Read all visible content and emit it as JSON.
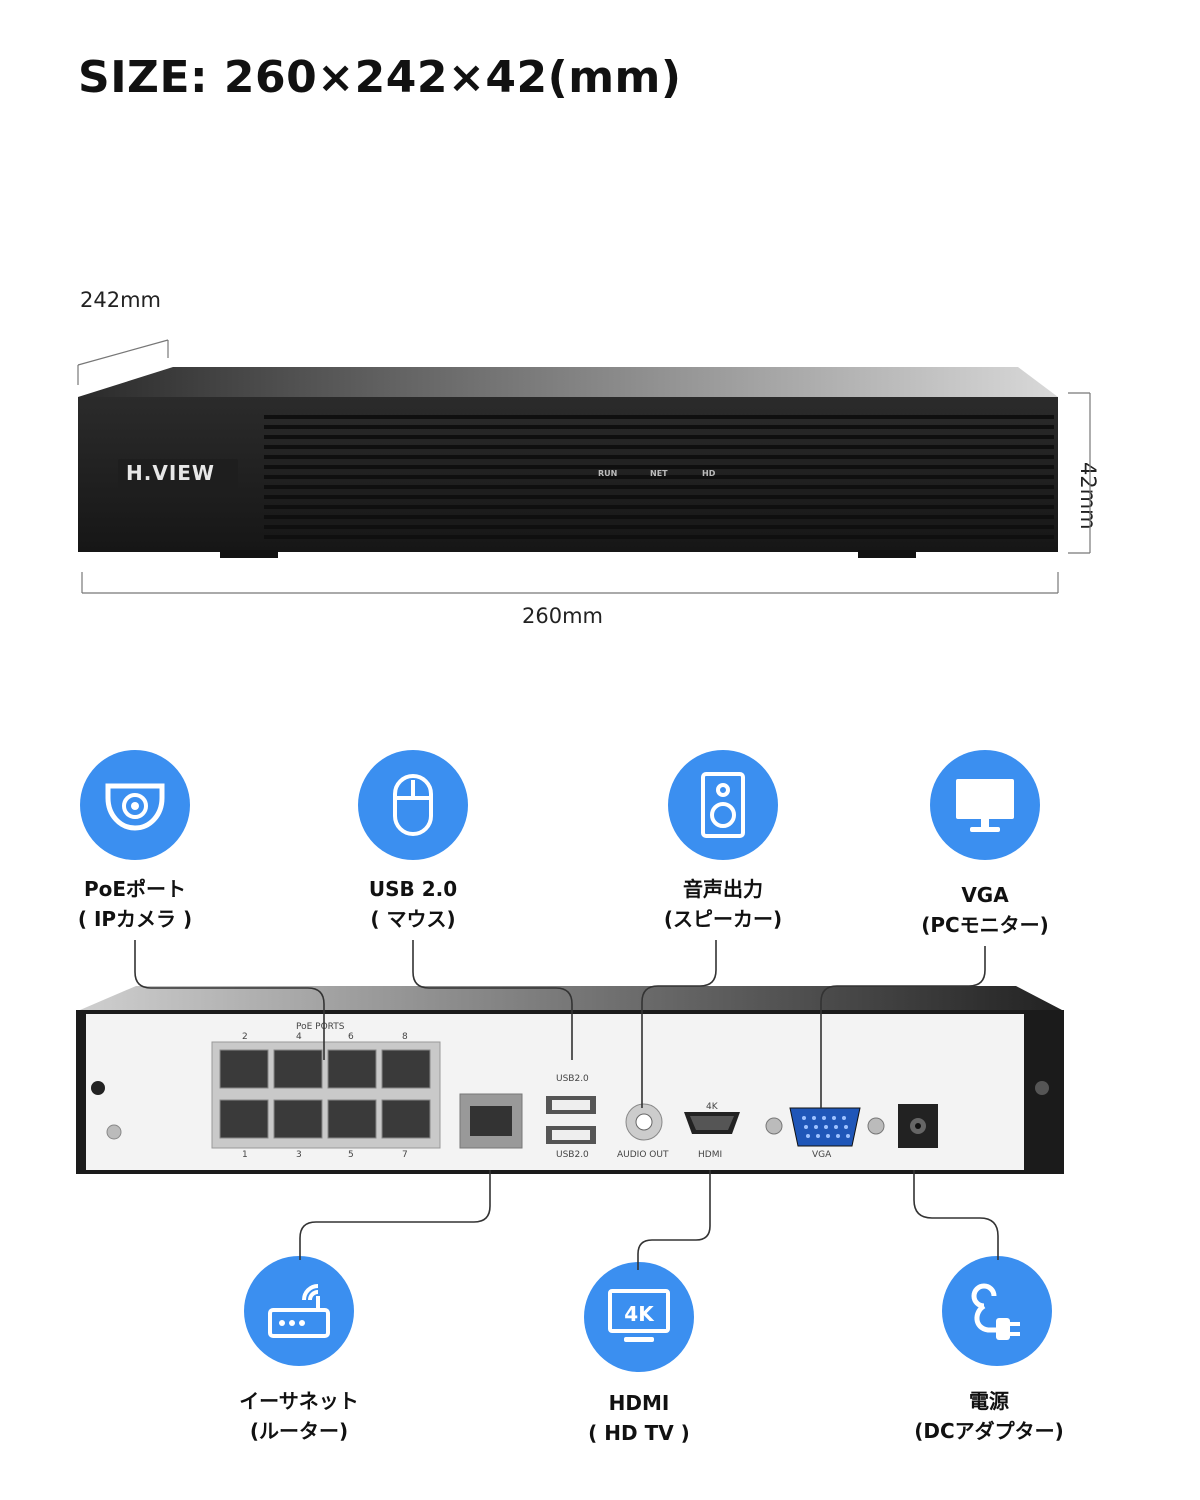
{
  "title": "SIZE: 260×242×42(mm)",
  "dimensions": {
    "depth": "242mm",
    "height": "42mm",
    "width": "260mm"
  },
  "device": {
    "brand": "H.VIEW",
    "leds": [
      "RUN",
      "NET",
      "HD"
    ],
    "rear_labels": {
      "poe_ports": "PoE PORTS",
      "poe_numbers_top": [
        "2",
        "4",
        "6",
        "8"
      ],
      "poe_numbers_bottom": [
        "1",
        "3",
        "5",
        "7"
      ],
      "usb_top": "USB2.0",
      "usb_bottom": "USB2.0",
      "audio": "AUDIO OUT",
      "hdmi_4k": "4K",
      "hdmi": "HDMI",
      "vga": "VGA"
    }
  },
  "callouts": {
    "poe": {
      "line1": "PoEポート",
      "line2": "( IPカメラ )",
      "icon": "dome-camera-icon"
    },
    "usb": {
      "line1": "USB 2.0",
      "line2": "( マウス)",
      "icon": "mouse-icon"
    },
    "audio": {
      "line1": "音声出力",
      "line2": "(スピーカー)",
      "icon": "speaker-icon"
    },
    "vga": {
      "line1": "VGA",
      "line2": "(PCモニター)",
      "icon": "monitor-icon"
    },
    "ethernet": {
      "line1": "イーサネット",
      "line2": "(ルーター)",
      "icon": "router-icon"
    },
    "hdmi": {
      "line1": "HDMI",
      "line2": "( HD TV )",
      "icon": "4k-tv-icon"
    },
    "power": {
      "line1": "電源",
      "line2": "(DCアダプター)",
      "icon": "power-plug-icon"
    }
  },
  "colors": {
    "accent": "#3b8ff0",
    "device_dark": "#1c1c1c",
    "rear_panel": "#f2f2f2"
  }
}
